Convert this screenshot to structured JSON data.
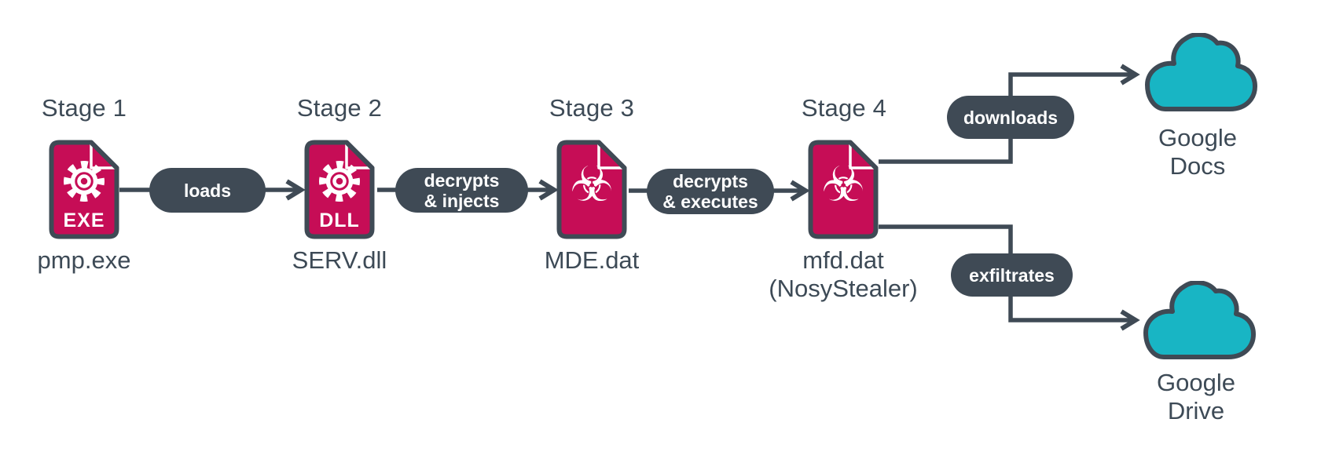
{
  "diagram_title": "malware-infection-chain",
  "colors": {
    "crimson": "#c60d56",
    "slate": "#3f4a55",
    "teal": "#18b5c4",
    "text": "#3d4a56",
    "background": "#ffffff"
  },
  "stages": [
    {
      "title": "Stage 1",
      "filename": "pmp.exe",
      "badge": "EXE",
      "icon": "gear-file-icon"
    },
    {
      "title": "Stage 2",
      "filename": "SERV.dll",
      "badge": "DLL",
      "icon": "gear-file-icon"
    },
    {
      "title": "Stage 3",
      "filename": "MDE.dat",
      "icon": "malware-file-icon"
    },
    {
      "title": "Stage 4",
      "filename": "mfd.dat",
      "subtitle": "(NosyStealer)",
      "icon": "malware-file-icon"
    }
  ],
  "connectors": [
    {
      "from": "Stage 1",
      "to": "Stage 2",
      "lines": [
        "loads"
      ]
    },
    {
      "from": "Stage 2",
      "to": "Stage 3",
      "lines": [
        "decrypts",
        "& injects"
      ]
    },
    {
      "from": "Stage 3",
      "to": "Stage 4",
      "lines": [
        "decrypts",
        "& executes"
      ]
    },
    {
      "from": "Stage 4",
      "to": "Google Docs",
      "lines": [
        "downloads"
      ]
    },
    {
      "from": "Stage 4",
      "to": "Google Drive",
      "lines": [
        "exfiltrates"
      ]
    }
  ],
  "destinations": [
    {
      "icon": "cloud-icon",
      "lines": [
        "Google",
        "Docs"
      ]
    },
    {
      "icon": "cloud-icon",
      "lines": [
        "Google",
        "Drive"
      ]
    }
  ],
  "icons": {
    "biohazard_glyph": "☣"
  }
}
